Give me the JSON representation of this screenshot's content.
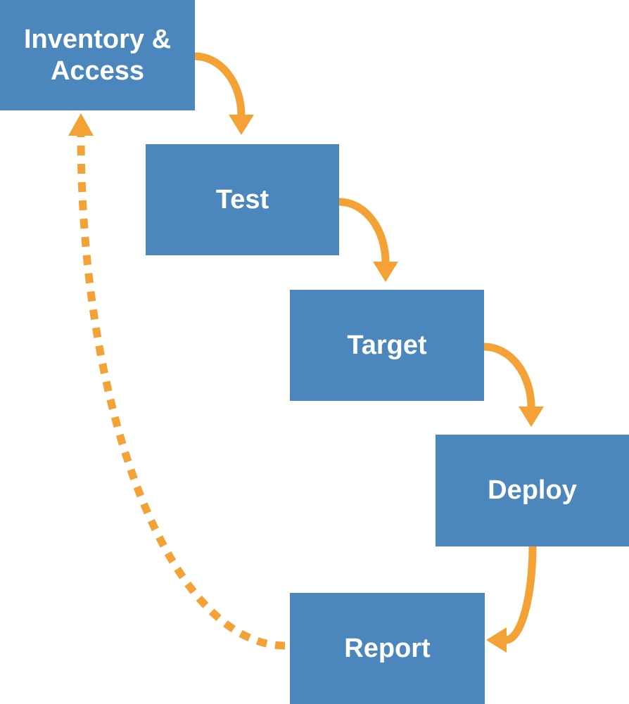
{
  "diagram": {
    "type": "flow",
    "title": "",
    "nodes": [
      {
        "id": "inventory-access",
        "label": "Inventory & Access"
      },
      {
        "id": "test",
        "label": "Test"
      },
      {
        "id": "target",
        "label": "Target"
      },
      {
        "id": "deploy",
        "label": "Deploy"
      },
      {
        "id": "report",
        "label": "Report"
      }
    ],
    "edges": [
      {
        "from": "inventory-access",
        "to": "test",
        "style": "solid"
      },
      {
        "from": "test",
        "to": "target",
        "style": "solid"
      },
      {
        "from": "target",
        "to": "deploy",
        "style": "solid"
      },
      {
        "from": "deploy",
        "to": "report",
        "style": "solid"
      },
      {
        "from": "report",
        "to": "inventory-access",
        "style": "dashed"
      }
    ],
    "colors": {
      "node_fill": "#4B87BD",
      "node_text": "#FFFFFF",
      "arrow": "#F4A135"
    }
  }
}
